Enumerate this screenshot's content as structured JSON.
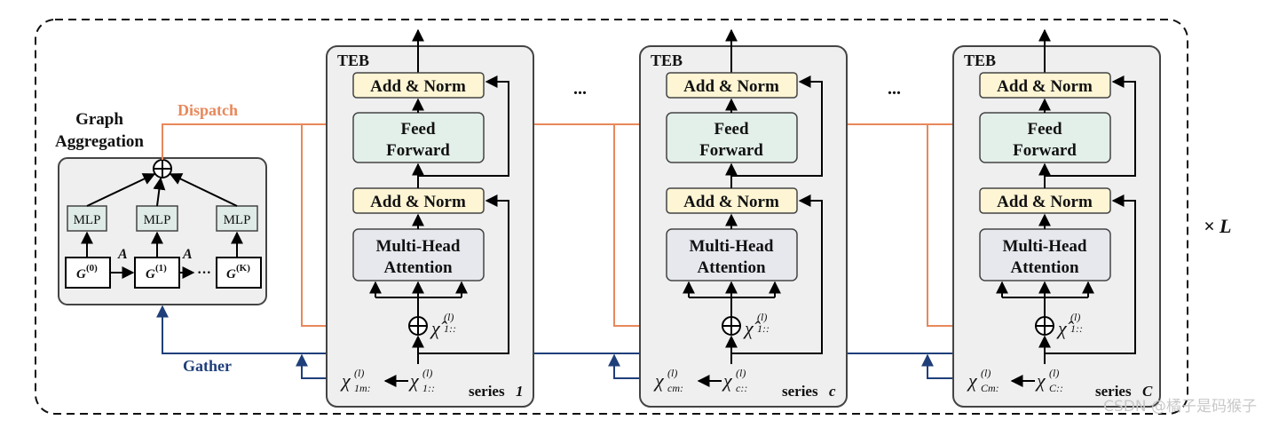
{
  "graph_aggregation": {
    "title_line1": "Graph",
    "title_line2": "Aggregation",
    "mlp_label": "MLP",
    "node_base": "G",
    "node_sup": [
      "(0)",
      "(1)",
      "(K)"
    ],
    "adjacency_label": "A",
    "ellipsis": "···"
  },
  "dispatch_label": "Dispatch",
  "gather_label": "Gather",
  "repeat_label": "× L",
  "between_blocks_ellipsis": "...",
  "teb_blocks": [
    {
      "teb_label": "TEB",
      "add_norm_top": "Add & Norm",
      "feed_forward_line1": "Feed",
      "feed_forward_line2": "Forward",
      "add_norm_bottom": "Add & Norm",
      "attention_line1": "Multi-Head",
      "attention_line2": "Attention",
      "series_prefix": "series ",
      "series_index": "1",
      "hat_x_sub": "1::",
      "sup": "(l)",
      "x_left_sub": "1m:",
      "x_right_sub": "1::"
    },
    {
      "teb_label": "TEB",
      "add_norm_top": "Add & Norm",
      "feed_forward_line1": "Feed",
      "feed_forward_line2": "Forward",
      "add_norm_bottom": "Add & Norm",
      "attention_line1": "Multi-Head",
      "attention_line2": "Attention",
      "series_prefix": "series ",
      "series_index": "c",
      "hat_x_sub": "1::",
      "sup": "(l)",
      "x_left_sub": "cm:",
      "x_right_sub": "c::"
    },
    {
      "teb_label": "TEB",
      "add_norm_top": "Add & Norm",
      "feed_forward_line1": "Feed",
      "feed_forward_line2": "Forward",
      "add_norm_bottom": "Add & Norm",
      "attention_line1": "Multi-Head",
      "attention_line2": "Attention",
      "series_prefix": "series ",
      "series_index": "C",
      "hat_x_sub": "1::",
      "sup": "(l)",
      "x_left_sub": "Cm:",
      "x_right_sub": "C::"
    }
  ],
  "watermark": "CSDN @橘子是码猴子",
  "colors": {
    "dispatch": "#e8885a",
    "gather": "#1f3f7a",
    "add_norm_fill": "#fdf5d4",
    "feed_forward_fill": "#e3efe9",
    "attention_fill": "#e6e8ee",
    "mlp_fill": "#dfebe6",
    "teb_panel_fill": "#efefef",
    "outline": "#444444"
  }
}
